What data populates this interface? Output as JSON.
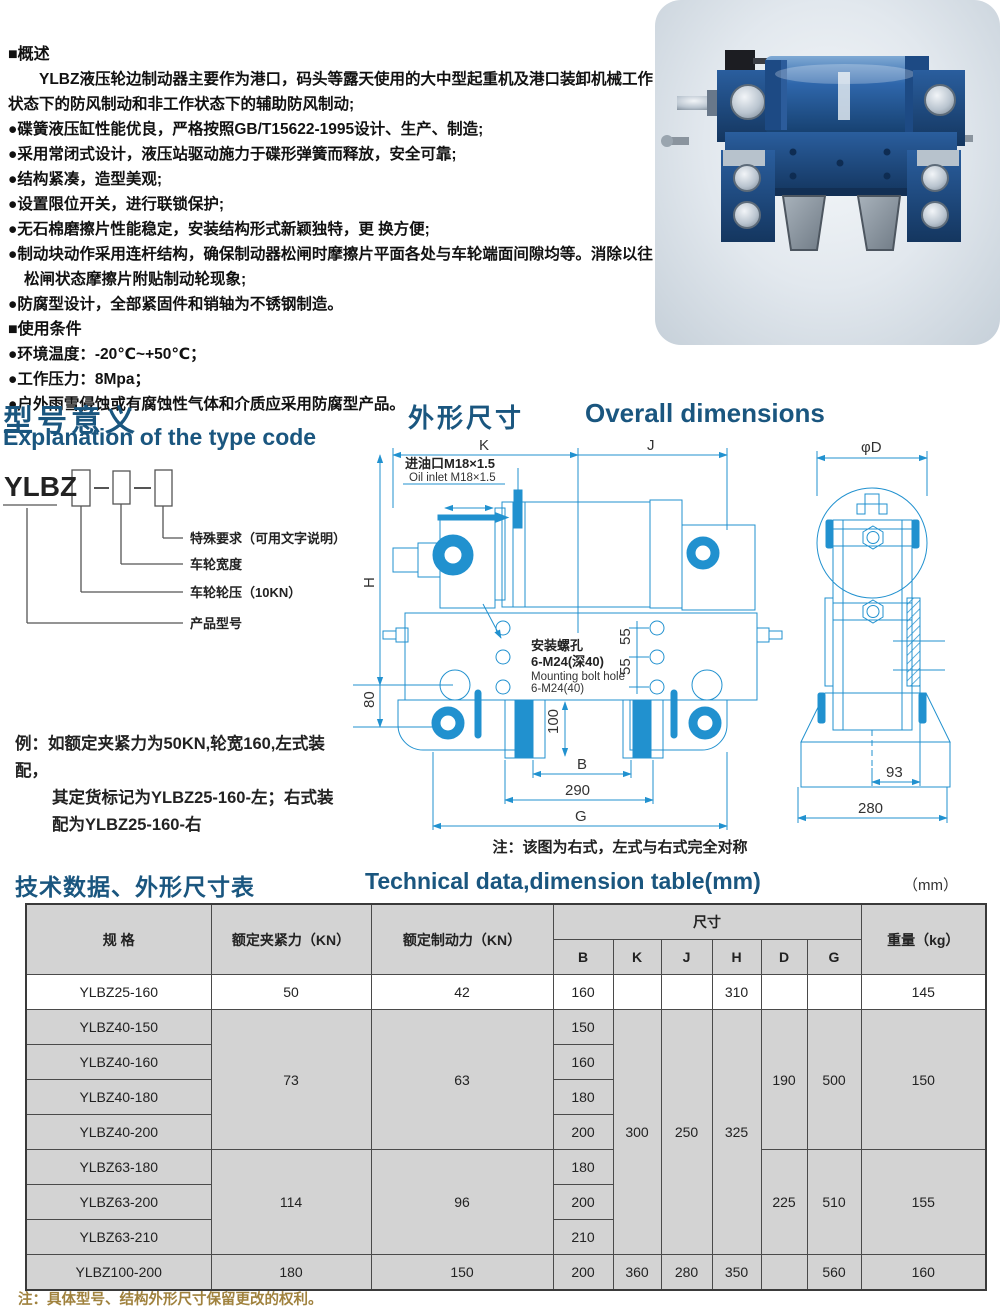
{
  "overview": {
    "title": "■概述",
    "intro": "YLBZ液压轮边制动器主要作为港口，码头等露天使用的大中型起重机及港口装卸机械工作状态下的防风制动和非工作状态下的辅助防风制动;",
    "features": [
      "●碟簧液压缸性能优良，严格按照GB/T15622-1995设计、生产、制造;",
      "●采用常闭式设计，液压站驱动施力于碟形弹簧而释放，安全可靠;",
      "●结构紧凑，造型美观;",
      "●设置限位开关，进行联锁保护;",
      "●无石棉磨擦片性能稳定，安装结构形式新颖独特，更 换方便;",
      "●制动块动作采用连杆结构，确保制动器松闸时摩擦片平面各处与车轮端面间隙均等。消除以往松闸状态摩擦片附贴制动轮现象;",
      "●防腐型设计，全部紧固件和销轴为不锈钢制造。"
    ],
    "usage_title": "■使用条件",
    "conditions": [
      "●环境温度：-20℃~+50℃；",
      "●工作压力：8Mpa；",
      "●户外雨雪侵蚀或有腐蚀性气体和介质应采用防腐型产品。"
    ]
  },
  "type_code": {
    "title_zh": "型号意义",
    "title_en": "Explanation of the type code",
    "prefix": "YLBZ",
    "labels": {
      "special": "特殊要求（可用文字说明）",
      "width": "车轮宽度",
      "pressure": "车轮轮压（10KN）",
      "product": "产品型号"
    },
    "example_lines": [
      "例：如额定夹紧力为50KN,轮宽160,左式装配，",
      "其定货标记为YLBZ25-160-左；右式装",
      "配为YLBZ25-160-右"
    ]
  },
  "dimensions": {
    "title_zh": "外形尺寸",
    "title_en": "Overall dimensions",
    "front": {
      "k": "K",
      "j": "J",
      "oil_zh": "进油口M18×1.5",
      "oil_en": "Oil inlet M18×1.5",
      "h": "H",
      "d80": "80",
      "d100": "100",
      "b": "B",
      "d290": "290",
      "g": "G",
      "d55a": "55",
      "d55b": "55",
      "bolt_zh1": "安装螺孔",
      "bolt_zh2": "6-M24(深40)",
      "bolt_en1": "Mounting bolt hole",
      "bolt_en2": "6-M24(40)",
      "note": "注：该图为右式，左式与右式完全对称"
    },
    "side": {
      "dia": "φD",
      "d93": "93",
      "d280": "280"
    }
  },
  "table": {
    "title_zh": "技术数据、外形尺寸表",
    "title_en": "Technical data,dimension table(mm)",
    "unit": "（mm）",
    "headers": {
      "spec": "规    格",
      "clamp": "额定夹紧力（KN）",
      "brake": "额定制动力（KN）",
      "size": "尺寸",
      "weight": "重量（kg）",
      "dims": [
        "B",
        "K",
        "J",
        "H",
        "D",
        "G"
      ]
    },
    "rows": [
      {
        "model": "YLBZ25-160",
        "clamp": "50",
        "brake": "42",
        "B": "160",
        "K": "",
        "J": "",
        "H": "310",
        "D": "",
        "G": "",
        "weight": "145"
      },
      {
        "model": "YLBZ40-150",
        "clamp": "73",
        "brake": "63",
        "B": "150",
        "K": "300",
        "J": "250",
        "H": "325",
        "D": "190",
        "G": "500",
        "weight": "150"
      },
      {
        "model": "YLBZ40-160",
        "B": "160"
      },
      {
        "model": "YLBZ40-180",
        "B": "180"
      },
      {
        "model": "YLBZ40-200",
        "B": "200"
      },
      {
        "model": "YLBZ63-180",
        "clamp": "114",
        "brake": "96",
        "B": "180",
        "D": "225",
        "G": "510",
        "weight": "155"
      },
      {
        "model": "YLBZ63-200",
        "B": "200"
      },
      {
        "model": "YLBZ63-210",
        "B": "210"
      },
      {
        "model": "YLBZ100-200",
        "clamp": "180",
        "brake": "150",
        "B": "200",
        "K": "360",
        "J": "280",
        "H": "350",
        "D": "",
        "G": "560",
        "weight": "160"
      }
    ]
  },
  "footer": {
    "note": "注：具体型号、结构外形尺寸保留更改的权利。"
  },
  "colors": {
    "heading": "#1a567f",
    "line": "#2191cf",
    "note": "#a0823e"
  }
}
